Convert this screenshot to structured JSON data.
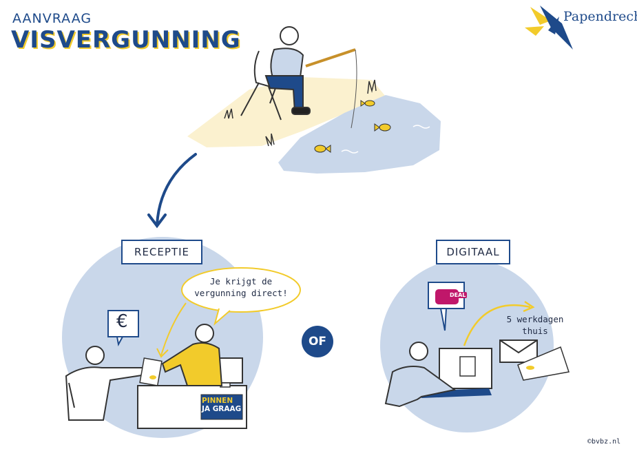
{
  "title": {
    "small": "AANVRAAG",
    "big": "VISVERGUNNING"
  },
  "logo": {
    "name": "Papendrecht",
    "icon": "papendrecht-cross-logo"
  },
  "options": {
    "receptie": {
      "label": "RECEPTIE",
      "speech": "Je krijgt de vergunning direct!",
      "currency_icon": "euro-icon",
      "sign_line1": "PINNEN",
      "sign_line2": "JA GRAAG"
    },
    "separator": "OF",
    "digitaal": {
      "label": "DIGITAAL",
      "payment_icon": "ideal-icon",
      "payment_label": "DEAL",
      "note": "5 werkdagen thuis"
    }
  },
  "credit": "©bvbz.nl",
  "colors": {
    "blue": "#1e4a8a",
    "yellow": "#f2cb2b",
    "light_blue": "#c9d7ea",
    "sand": "#fbf1cf"
  }
}
